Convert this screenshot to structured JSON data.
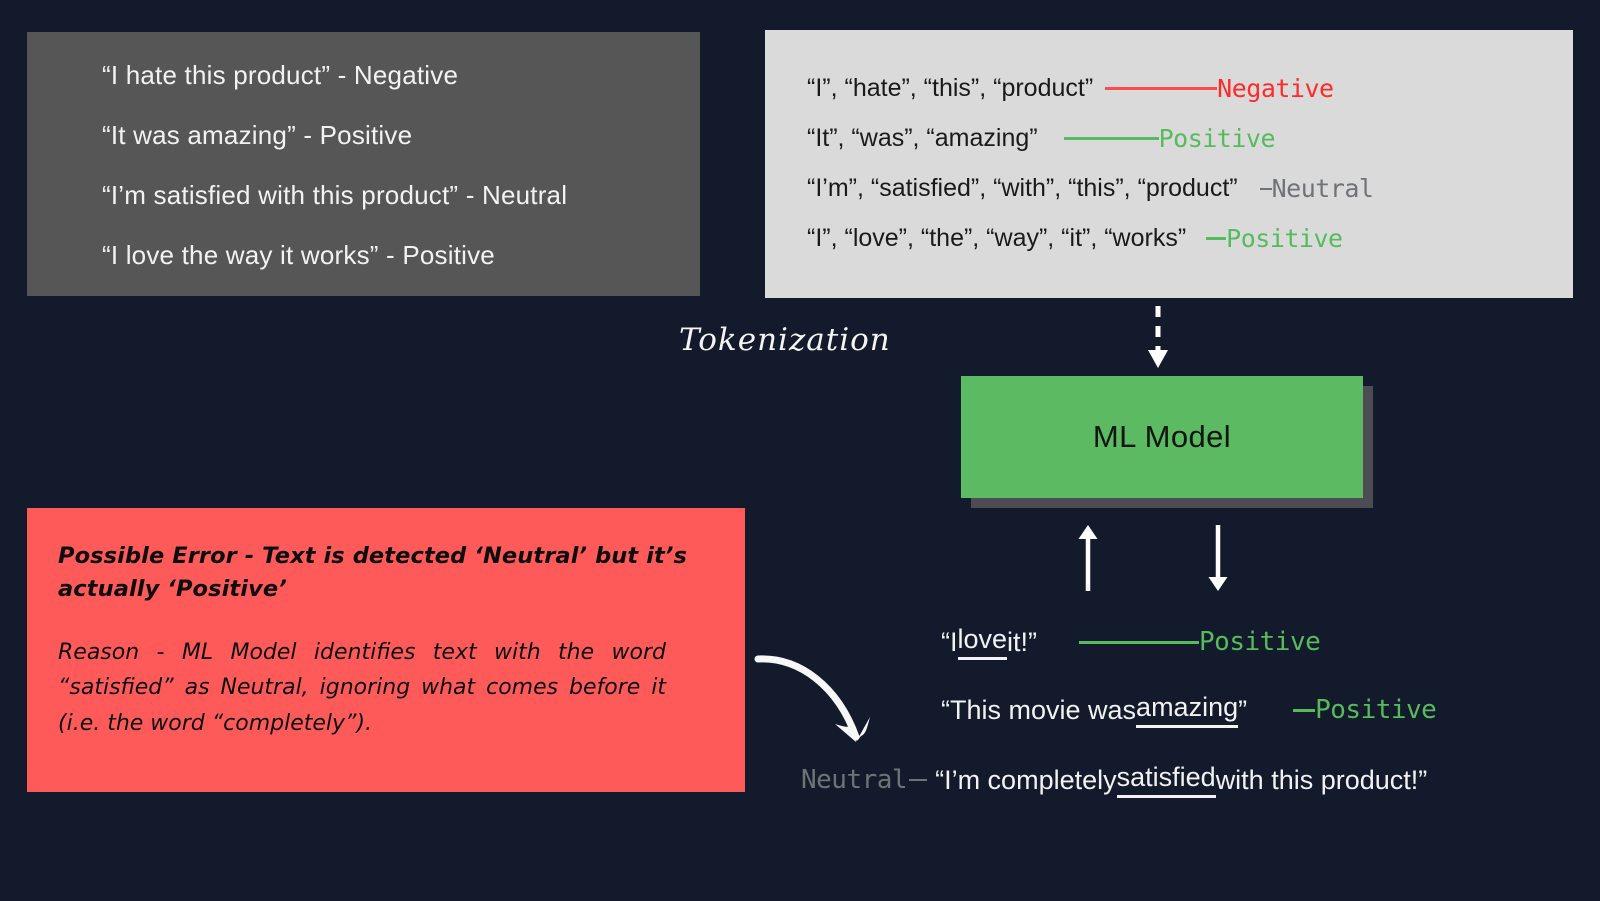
{
  "colors": {
    "background": "#131a2b",
    "panel_dark": "#565656",
    "panel_light": "#dadada",
    "model_green": "#5bba62",
    "error_red": "#ff5a5a",
    "label_negative": "#ff2a2a",
    "label_positive": "#55bb5c",
    "label_neutral": "#6f7276"
  },
  "raw_examples": {
    "lines": [
      "“I hate this product”  - Negative",
      "“It was amazing”  - Positive",
      "“I’m satisfied with this product”  - Neutral",
      "“I love the way it works” - Positive"
    ]
  },
  "tokenized": {
    "rows": [
      {
        "tokens": "“I”,  “hate”,  “this”,  “product”",
        "label": "Negative",
        "sentiment": "negative",
        "connector_width": 112
      },
      {
        "tokens": "“It”,  “was”,  “amazing”",
        "label": "Positive",
        "sentiment": "positive",
        "connector_width": 95
      },
      {
        "tokens": "“I’m”,  “satisfied”,  “with”,  “this”,  “product”",
        "label": "Neutral",
        "sentiment": "neutral",
        "connector_width": 12
      },
      {
        "tokens": "“I”,  “love”,  “the”,  “way”,  “it”,  “works”",
        "label": "Positive",
        "sentiment": "positive",
        "connector_width": 20
      }
    ]
  },
  "tokenization_label": "Tokenization",
  "model": {
    "label": "ML Model"
  },
  "error_callout": {
    "title": "Possible Error - Text is detected ‘Neutral’ but it’s actually ‘Positive’",
    "reason": "Reason - ML Model identifies text with the word “satisfied” as Neutral, ignoring what comes before it (i.e. the word “completely”)."
  },
  "inference_examples": {
    "rows": [
      {
        "prefix": "",
        "prefix_label": "",
        "text_before": "“I ",
        "underlined": "love",
        "text_after": " it!”",
        "label": "Positive",
        "sentiment": "positive",
        "connector_width": 120,
        "label_side": "right"
      },
      {
        "prefix": "",
        "prefix_label": "",
        "text_before": "“This movie was ",
        "underlined": "amazing",
        "text_after": "”",
        "label": "Positive",
        "sentiment": "positive",
        "connector_width": 22,
        "label_side": "right"
      },
      {
        "prefix_label": "Neutral",
        "text_before": "“I’m completely ",
        "underlined": "satisfied",
        "text_after": " with this product!”",
        "label": "",
        "sentiment": "neutral",
        "connector_width": 18,
        "label_side": "left"
      }
    ]
  }
}
